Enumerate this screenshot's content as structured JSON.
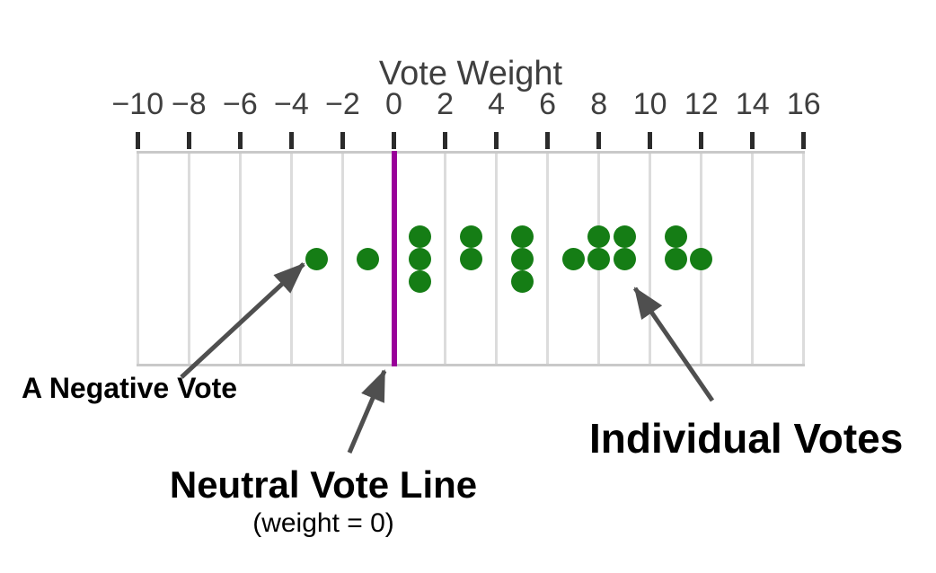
{
  "chart_data": {
    "type": "dotplot",
    "title": "Vote Weight",
    "xlabel": "Vote Weight",
    "xlim": [
      -10,
      16
    ],
    "grid": true,
    "axis_ticks": [
      -10,
      -8,
      -6,
      -4,
      -2,
      0,
      2,
      4,
      6,
      8,
      10,
      12,
      14,
      16
    ],
    "tick_labels": [
      "−10",
      "−8",
      "−6",
      "−4",
      "−2",
      "0",
      "2",
      "4",
      "6",
      "8",
      "10",
      "12",
      "14",
      "16"
    ],
    "votes": [
      {
        "value": -3,
        "count": 1
      },
      {
        "value": -1,
        "count": 1
      },
      {
        "value": 1,
        "count": 3
      },
      {
        "value": 3,
        "count": 2
      },
      {
        "value": 5,
        "count": 3
      },
      {
        "value": 7,
        "count": 1
      },
      {
        "value": 8,
        "count": 2
      },
      {
        "value": 9,
        "count": 2
      },
      {
        "value": 11,
        "count": 2
      },
      {
        "value": 12,
        "count": 1
      }
    ],
    "total_votes": 18,
    "neutral_line_value": 0,
    "colors": {
      "dot": "#157d15",
      "neutral_line": "#990099",
      "gridline": "#dcdcdc",
      "plot_border": "#c9c9c9",
      "tick": "#2b2b2b",
      "axis_text": "#3f3f3f",
      "arrow": "#4f4f4f",
      "annotation_text": "#000000"
    }
  },
  "annotations": {
    "negative_vote_label": "A Negative Vote",
    "neutral_line_label": "Neutral Vote Line",
    "neutral_line_sublabel": "(weight = 0)",
    "individual_votes_label": "Individual Votes"
  }
}
